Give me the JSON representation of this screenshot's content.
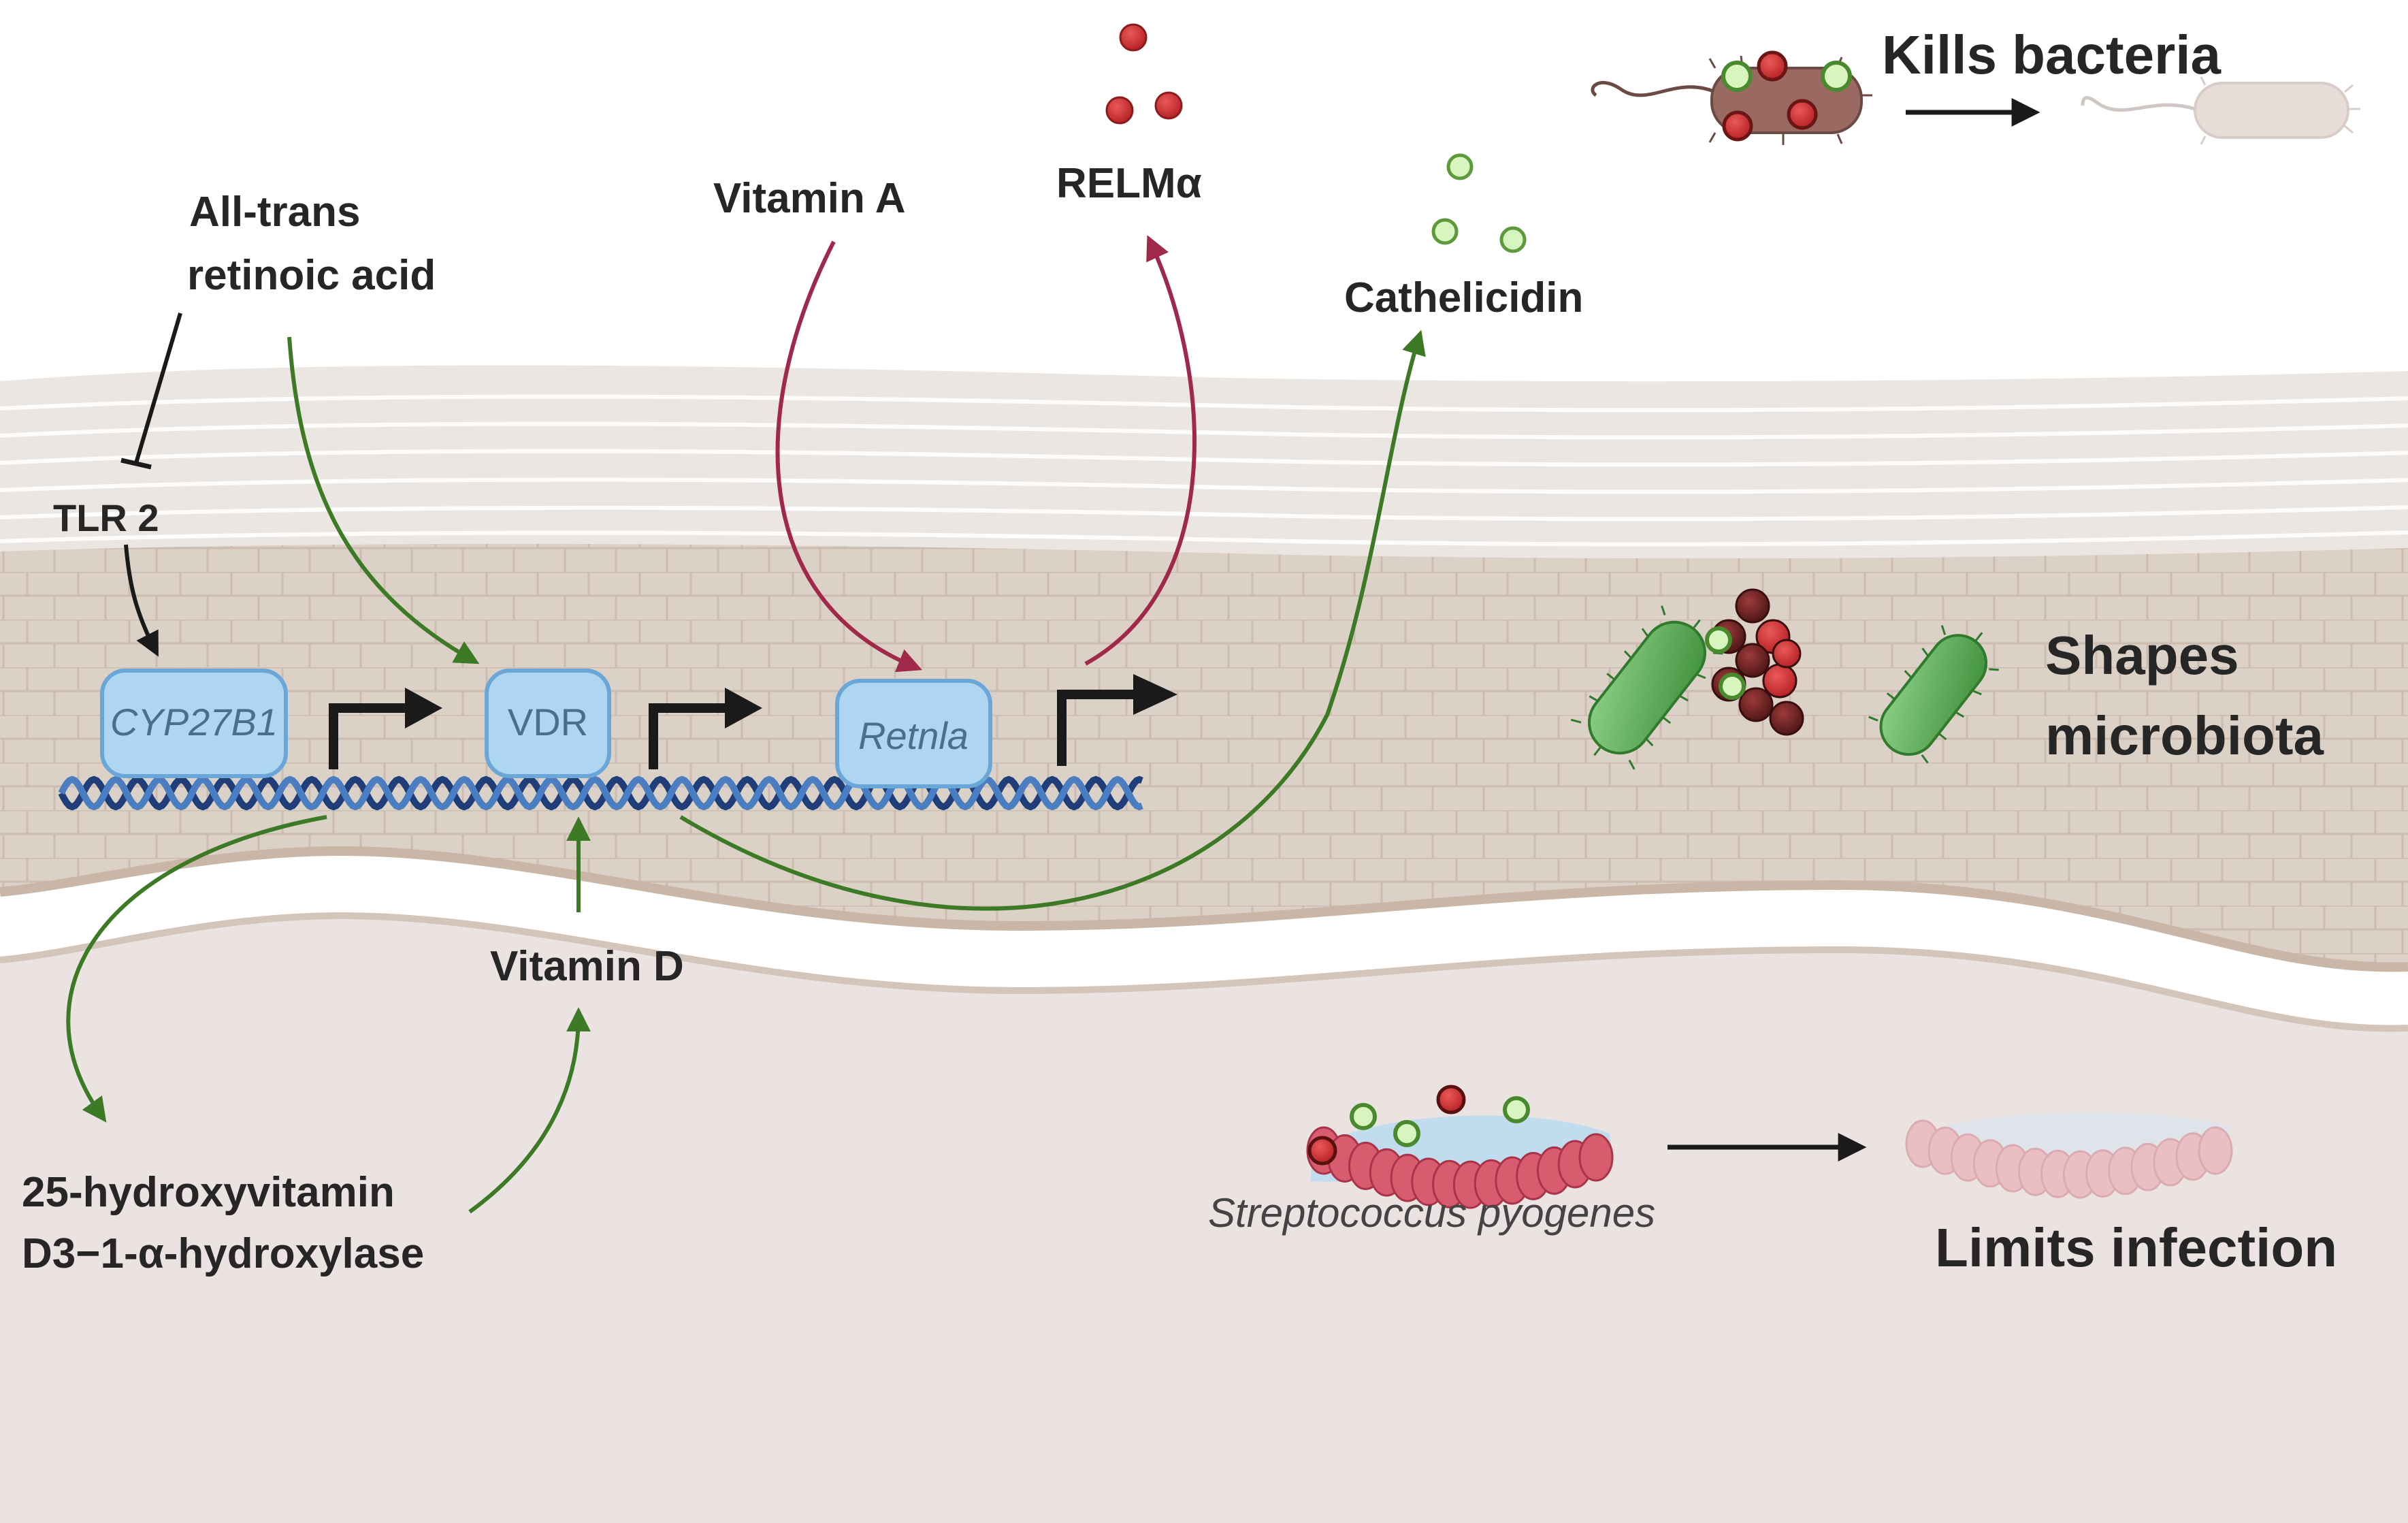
{
  "labels": {
    "atra_line1": "All-trans",
    "atra_line2": "retinoic acid",
    "tlr2": "TLR 2",
    "vitamin_a": "Vitamin A",
    "relma": "RELMα",
    "cathelicidin": "Cathelicidin",
    "kills_bacteria": "Kills bacteria",
    "shapes_line1": "Shapes",
    "shapes_line2": "microbiota",
    "vitamin_d": "Vitamin D",
    "hydroxylase_line1": "25-hydroxyvitamin",
    "hydroxylase_line2": "D3−1-α-hydroxylase",
    "strep": "Streptococcus pyogenes",
    "limits_infection": "Limits infection"
  },
  "genes": {
    "cyp27b1": "CYP27B1",
    "vdr": "VDR",
    "retnla": "Retnla"
  },
  "colors": {
    "green_arrow": "#3d7a25",
    "red_arrow": "#a0284a",
    "black_arrow": "#1a1a1a",
    "gene_box_fill": "#aed6f1",
    "gene_box_stroke": "#6aa6d8",
    "dna_dark": "#1f3d78",
    "dna_light": "#4a7ec0",
    "relm_red": "#c0282d",
    "cathelicidin_green": "#d8f5c0",
    "bacteria_green": "#5cad58",
    "skin_outer": "#ece7e3",
    "skin_epidermis": "#d9ccc1",
    "dermis": "#eae3e1"
  }
}
